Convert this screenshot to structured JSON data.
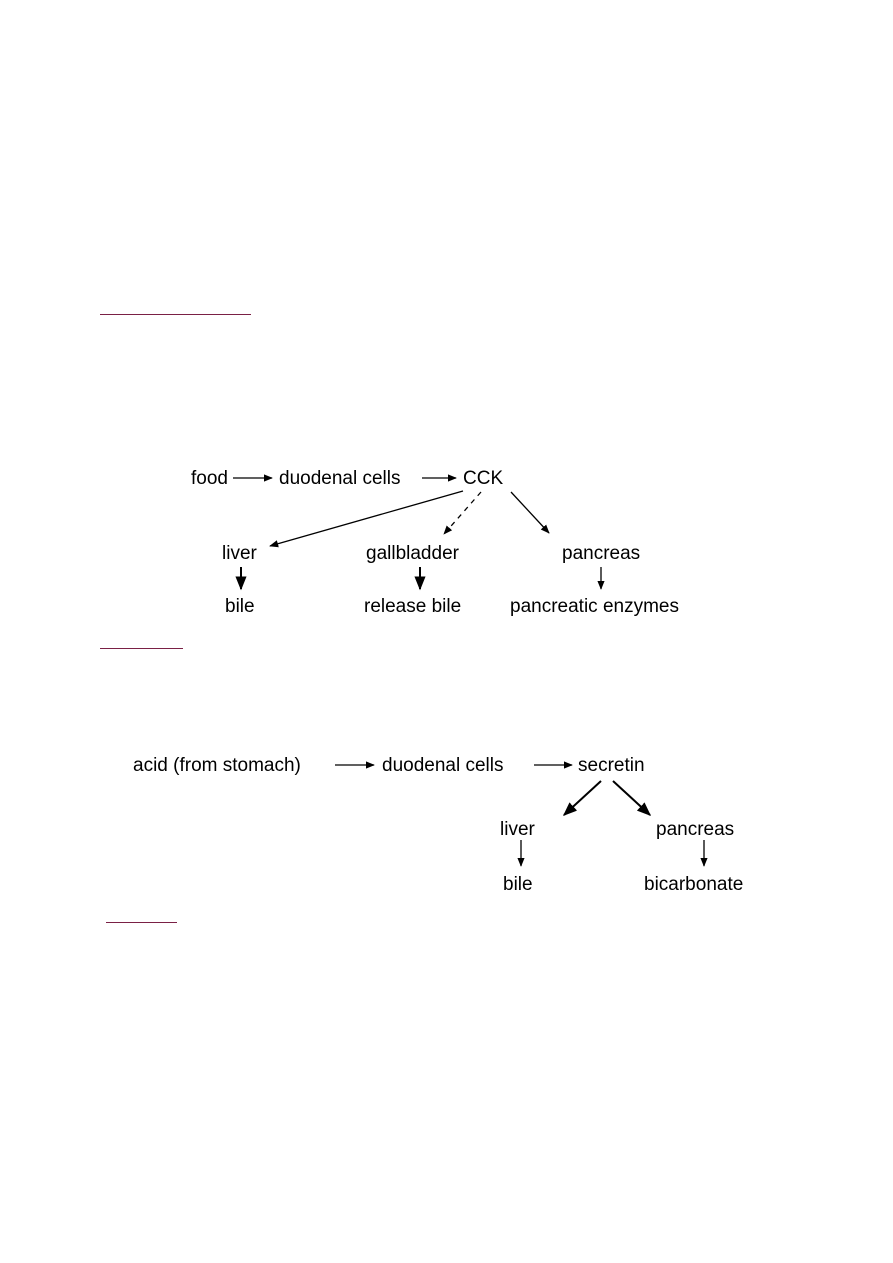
{
  "colors": {
    "rule": "#7a2045",
    "ink": "#000000"
  },
  "cck_diagram": {
    "nodes": {
      "food": "food",
      "duodenal_cells": "duodenal cells",
      "cck": "CCK",
      "liver": "liver",
      "gallbladder": "gallbladder",
      "pancreas": "pancreas",
      "bile": "bile",
      "release_bile": "release bile",
      "pancreatic_enzymes": "pancreatic enzymes"
    }
  },
  "secretin_diagram": {
    "nodes": {
      "acid": "acid (from stomach)",
      "duodenal_cells": "duodenal cells",
      "secretin": "secretin",
      "liver": "liver",
      "pancreas": "pancreas",
      "bile": "bile",
      "bicarbonate": "bicarbonate"
    }
  }
}
